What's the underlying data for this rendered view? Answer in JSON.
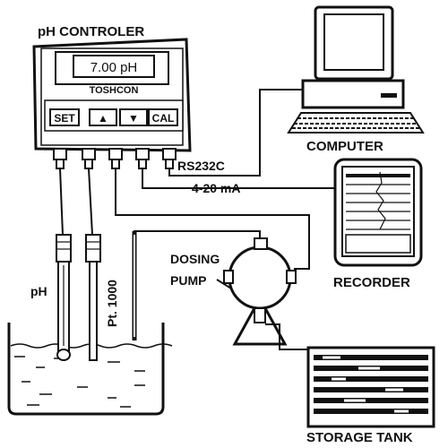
{
  "controller": {
    "title": "pH CONTROLER",
    "display_value": "7.00 pH",
    "brand": "TOSHCON",
    "buttons": {
      "set": "SET",
      "up": "▲",
      "down": "▼",
      "cal": "CAL"
    }
  },
  "connections": {
    "rs232": "RS232C",
    "analog": "4-20 mA"
  },
  "devices": {
    "computer": "COMPUTER",
    "recorder": "RECORDER",
    "dosing_pump_line1": "DOSING",
    "dosing_pump_line2": "PUMP",
    "storage_tank": "STORAGE TANK"
  },
  "probes": {
    "ph": "pH",
    "pt1000": "Pt. 1000"
  },
  "icons": [
    "up-arrow-icon",
    "down-arrow-icon",
    "ph-electrode-icon",
    "temperature-probe-icon"
  ]
}
